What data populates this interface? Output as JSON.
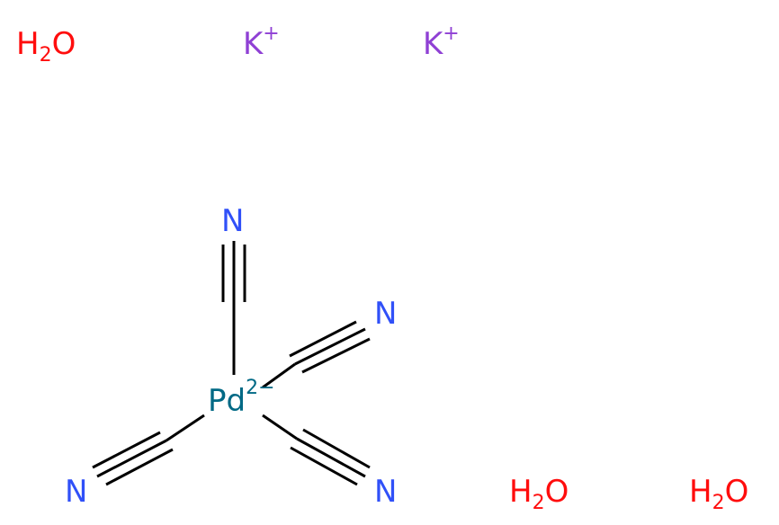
{
  "colors": {
    "water": "#ff0d0d",
    "potassium": "#8f40d4",
    "nitrogen": "#3050f8",
    "palladium": "#006985",
    "bond": "#000000"
  },
  "labels": {
    "water_h": "H",
    "water_sub": "2",
    "water_o": "O",
    "potassium": "K",
    "potassium_charge": "+",
    "nitrogen": "N",
    "palladium": "Pd",
    "palladium_charge": "2−"
  }
}
